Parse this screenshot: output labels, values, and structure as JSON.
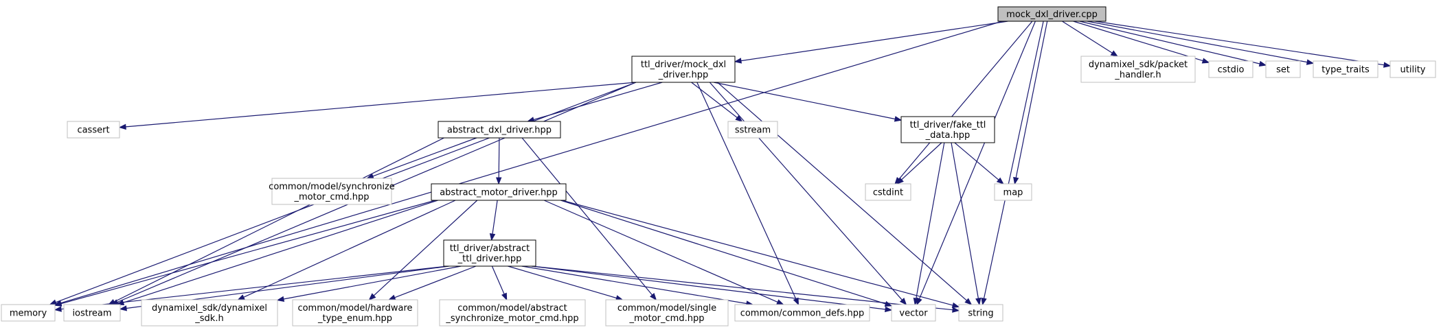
{
  "graph": {
    "kind": "include-dependency-graph",
    "colors": {
      "root_fill": "#bfbfbf",
      "edge": "#191970",
      "project_border": "#000000",
      "system_border": "#bfbfbf"
    },
    "nodes": [
      {
        "id": "root",
        "lines": [
          "mock_dxl_driver.cpp"
        ],
        "style": "root"
      },
      {
        "id": "mock_hpp",
        "lines": [
          "ttl_driver/mock_dxl",
          "_driver.hpp"
        ],
        "style": "project"
      },
      {
        "id": "packet",
        "lines": [
          "dynamixel_sdk/packet",
          "_handler.h"
        ],
        "style": "system"
      },
      {
        "id": "cstdio",
        "lines": [
          "cstdio"
        ],
        "style": "system"
      },
      {
        "id": "set",
        "lines": [
          "set"
        ],
        "style": "system"
      },
      {
        "id": "type_traits",
        "lines": [
          "type_traits"
        ],
        "style": "system"
      },
      {
        "id": "utility",
        "lines": [
          "utility"
        ],
        "style": "system"
      },
      {
        "id": "cassert",
        "lines": [
          "cassert"
        ],
        "style": "system"
      },
      {
        "id": "abstract_dxl",
        "lines": [
          "abstract_dxl_driver.hpp"
        ],
        "style": "project"
      },
      {
        "id": "sstream",
        "lines": [
          "sstream"
        ],
        "style": "system"
      },
      {
        "id": "fake_ttl",
        "lines": [
          "ttl_driver/fake_ttl",
          "_data.hpp"
        ],
        "style": "project"
      },
      {
        "id": "sync_cmd",
        "lines": [
          "common/model/synchronize",
          "_motor_cmd.hpp"
        ],
        "style": "system"
      },
      {
        "id": "abstract_motor",
        "lines": [
          "abstract_motor_driver.hpp"
        ],
        "style": "project"
      },
      {
        "id": "cstdint",
        "lines": [
          "cstdint"
        ],
        "style": "system"
      },
      {
        "id": "map",
        "lines": [
          "map"
        ],
        "style": "system"
      },
      {
        "id": "abstract_ttl",
        "lines": [
          "ttl_driver/abstract",
          "_ttl_driver.hpp"
        ],
        "style": "project"
      },
      {
        "id": "memory",
        "lines": [
          "memory"
        ],
        "style": "system"
      },
      {
        "id": "iostream",
        "lines": [
          "iostream"
        ],
        "style": "system"
      },
      {
        "id": "dxl_sdk",
        "lines": [
          "dynamixel_sdk/dynamixel",
          "_sdk.h"
        ],
        "style": "system"
      },
      {
        "id": "hw_type",
        "lines": [
          "common/model/hardware",
          "_type_enum.hpp"
        ],
        "style": "system"
      },
      {
        "id": "abs_sync",
        "lines": [
          "common/model/abstract",
          "_synchronize_motor_cmd.hpp"
        ],
        "style": "system"
      },
      {
        "id": "single_cmd",
        "lines": [
          "common/model/single",
          "_motor_cmd.hpp"
        ],
        "style": "system"
      },
      {
        "id": "common_defs",
        "lines": [
          "common/common_defs.hpp"
        ],
        "style": "system"
      },
      {
        "id": "vector",
        "lines": [
          "vector"
        ],
        "style": "system"
      },
      {
        "id": "string",
        "lines": [
          "string"
        ],
        "style": "system"
      }
    ],
    "edges": [
      [
        "root",
        "mock_hpp"
      ],
      [
        "root",
        "packet"
      ],
      [
        "root",
        "cstdio"
      ],
      [
        "root",
        "set"
      ],
      [
        "root",
        "type_traits"
      ],
      [
        "root",
        "utility"
      ],
      [
        "root",
        "memory"
      ],
      [
        "root",
        "cstdint"
      ],
      [
        "root",
        "map"
      ],
      [
        "root",
        "vector"
      ],
      [
        "root",
        "string"
      ],
      [
        "mock_hpp",
        "cassert"
      ],
      [
        "mock_hpp",
        "abstract_dxl"
      ],
      [
        "mock_hpp",
        "sstream"
      ],
      [
        "mock_hpp",
        "fake_ttl"
      ],
      [
        "mock_hpp",
        "memory"
      ],
      [
        "mock_hpp",
        "iostream"
      ],
      [
        "mock_hpp",
        "common_defs"
      ],
      [
        "mock_hpp",
        "vector"
      ],
      [
        "mock_hpp",
        "string"
      ],
      [
        "abstract_dxl",
        "sync_cmd"
      ],
      [
        "abstract_dxl",
        "abstract_motor"
      ],
      [
        "abstract_dxl",
        "iostream"
      ],
      [
        "abstract_dxl",
        "single_cmd"
      ],
      [
        "fake_ttl",
        "cstdint"
      ],
      [
        "fake_ttl",
        "map"
      ],
      [
        "fake_ttl",
        "vector"
      ],
      [
        "fake_ttl",
        "string"
      ],
      [
        "abstract_motor",
        "abstract_ttl"
      ],
      [
        "abstract_motor",
        "memory"
      ],
      [
        "abstract_motor",
        "iostream"
      ],
      [
        "abstract_motor",
        "dxl_sdk"
      ],
      [
        "abstract_motor",
        "hw_type"
      ],
      [
        "abstract_motor",
        "common_defs"
      ],
      [
        "abstract_motor",
        "vector"
      ],
      [
        "abstract_motor",
        "string"
      ],
      [
        "abstract_ttl",
        "memory"
      ],
      [
        "abstract_ttl",
        "iostream"
      ],
      [
        "abstract_ttl",
        "dxl_sdk"
      ],
      [
        "abstract_ttl",
        "hw_type"
      ],
      [
        "abstract_ttl",
        "abs_sync"
      ],
      [
        "abstract_ttl",
        "single_cmd"
      ],
      [
        "abstract_ttl",
        "common_defs"
      ],
      [
        "abstract_ttl",
        "vector"
      ],
      [
        "abstract_ttl",
        "string"
      ]
    ]
  }
}
